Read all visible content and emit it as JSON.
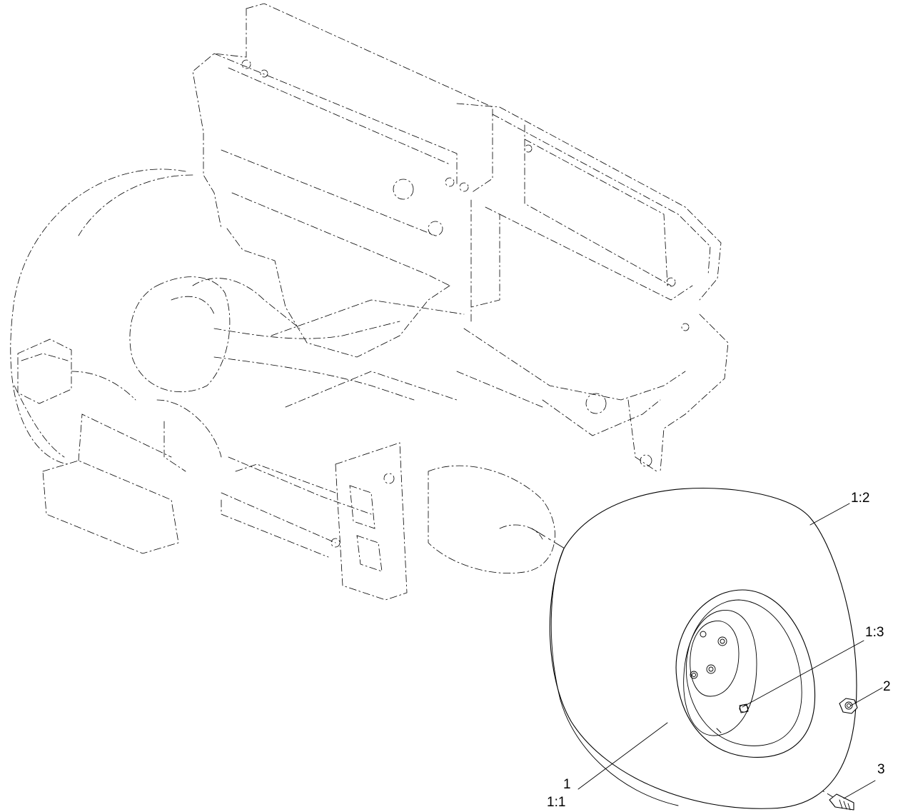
{
  "callouts": {
    "c1": "1",
    "c1_1": "1:1",
    "c1_2": "1:2",
    "c1_3": "1:3",
    "c2": "2",
    "c3": "3"
  },
  "colors": {
    "line": "#000000",
    "background": "#ffffff"
  }
}
